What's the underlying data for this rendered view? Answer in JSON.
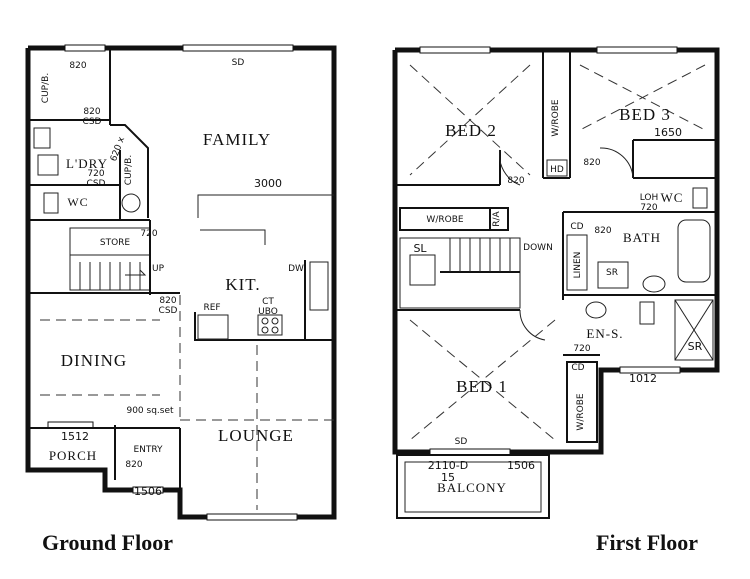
{
  "ground": {
    "caption": "Ground Floor",
    "rooms": {
      "family": "FAMILY",
      "kit": "KIT.",
      "dining": "DINING",
      "lounge": "LOUNGE",
      "porch": "PORCH",
      "entry": "ENTRY",
      "ldry": "L'DRY",
      "wc": "WC",
      "store": "STORE"
    },
    "labels": {
      "sd": "SD",
      "cupb_left": "CUP/B.",
      "cupb_right": "CUP/B.",
      "d820_top": "820",
      "csd820_top": "820\nCSD",
      "x620": "620 x",
      "d720_ldry": "720\nCSD",
      "d720_store": "720",
      "up": "UP",
      "csd820_mid": "820\nCSD",
      "dw": "DW",
      "ref": "REF",
      "ct_ubo": "CT\nUBO",
      "dim3000": "3000",
      "dim1512": "1512",
      "sqset": "900 sq.set",
      "d820_entry": "820",
      "dim1506": "1506"
    }
  },
  "first": {
    "caption": "First Floor",
    "rooms": {
      "bed2": "BED 2",
      "bed3": "BED 3",
      "bed1": "BED 1",
      "bath": "BATH",
      "wc": "WC",
      "ensuite": "EN-S.",
      "balcony": "BALCONY",
      "linen": "LINEN"
    },
    "labels": {
      "wrobe_top": "W/ROBE",
      "hd": "HD",
      "d820_bed2": "820",
      "d820_bed3": "820",
      "dim1650": "1650",
      "wrobe_left": "W/ROBE",
      "ra": "R/A",
      "sl": "SL",
      "down": "DOWN",
      "cd_bath": "CD",
      "d820_bath": "820",
      "loh720": "LOH\n720",
      "sr_bath": "SR",
      "sr_ens": "SR",
      "d720_ens": "720",
      "cd_robe": "CD",
      "wrobe_bed1": "W/ROBE",
      "dim1012": "1012",
      "sd": "SD",
      "dim2110": "2110-D\n15",
      "dim1506": "1506"
    }
  }
}
